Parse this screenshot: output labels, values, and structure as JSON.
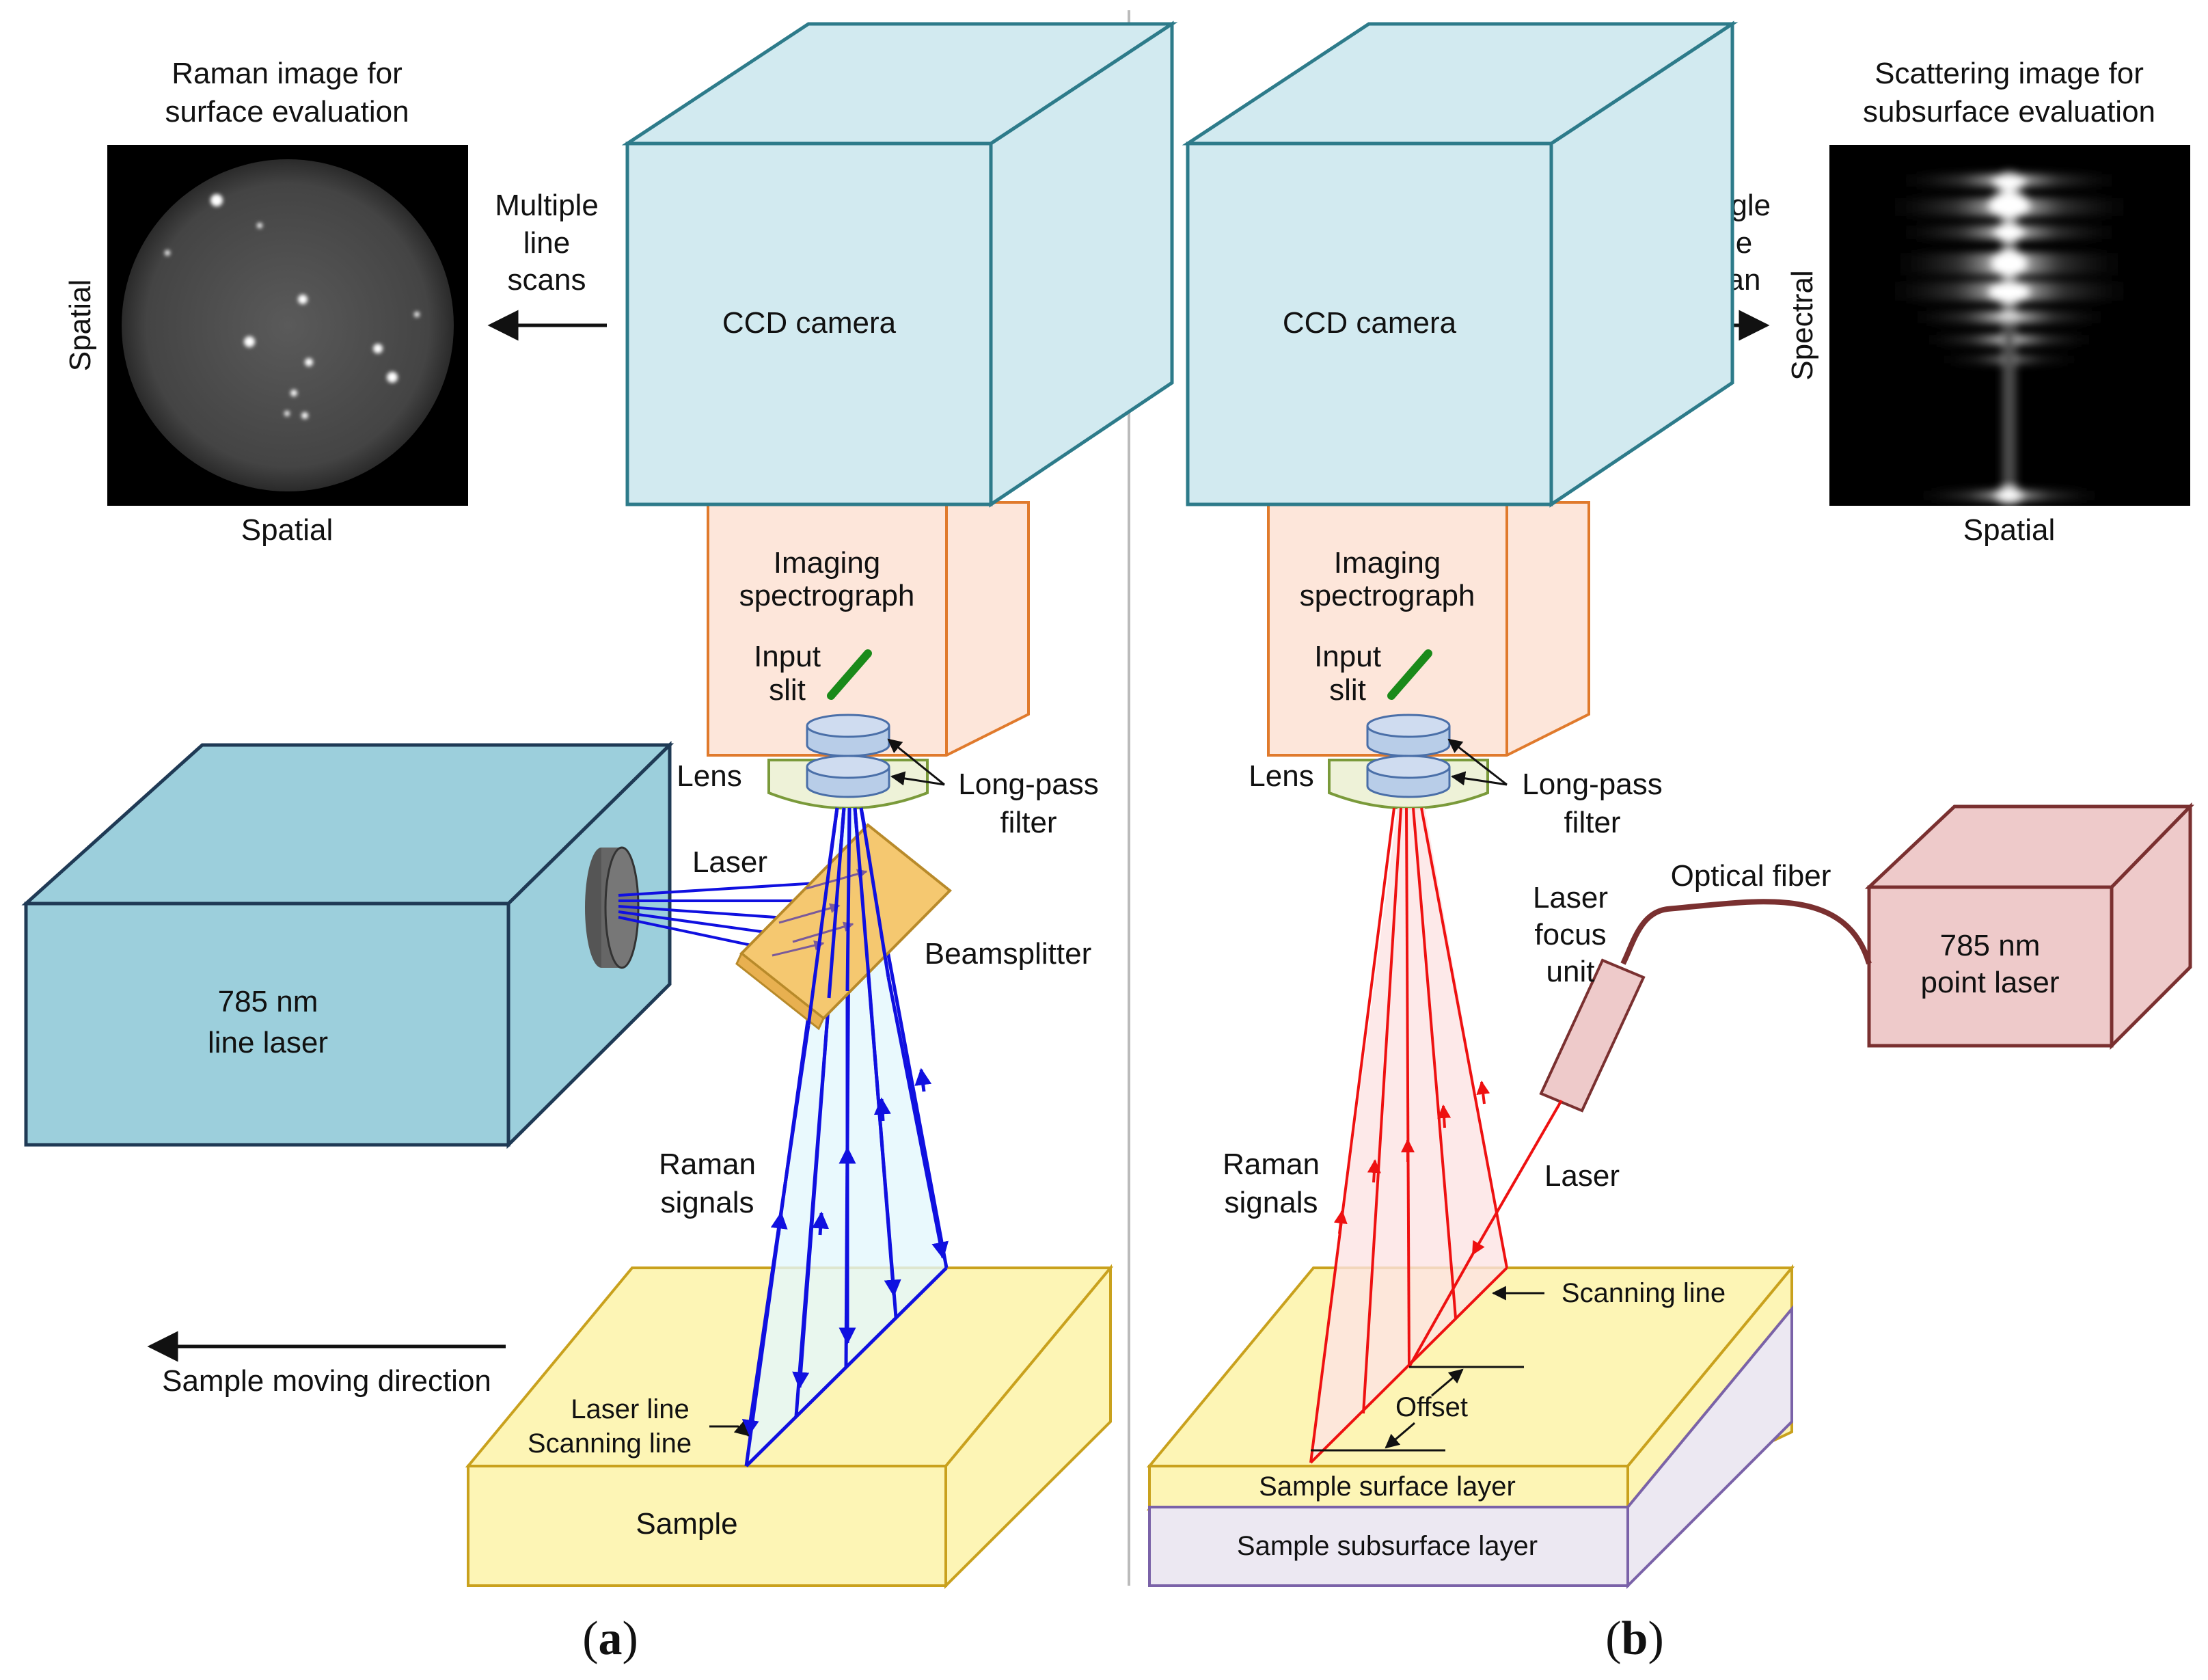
{
  "panel_a": {
    "caption_open": "(",
    "caption_letter": "a",
    "caption_close": ")",
    "image_title_line1": "Raman image for",
    "image_title_line2": "surface evaluation",
    "image_axis_vertical": "Spatial",
    "image_axis_horizontal": "Spatial",
    "scan_label_line1": "Multiple",
    "scan_label_line2": "line",
    "scan_label_line3": "scans",
    "camera_label": "CCD camera",
    "spectrograph_line1": "Imaging",
    "spectrograph_line2": "spectrograph",
    "input_slit_line1": "Input",
    "input_slit_line2": "slit",
    "lens_label": "Lens",
    "filter_line1": "Long-pass",
    "filter_line2": "filter",
    "laser_label": "Laser",
    "beamsplitter_label": "Beamsplitter",
    "laser_box_line1": "785 nm",
    "laser_box_line2": "line laser",
    "raman_line1": "Raman",
    "raman_line2": "signals",
    "moving_label": "Sample moving direction",
    "laser_line_label": "Laser line",
    "scanning_line_label": "Scanning line",
    "sample_label": "Sample"
  },
  "panel_b": {
    "caption_open": "(",
    "caption_letter": "b",
    "caption_close": ")",
    "image_title_line1": "Scattering image for",
    "image_title_line2": "subsurface evaluation",
    "image_axis_vertical": "Spectral",
    "image_axis_horizontal": "Spatial",
    "scan_label_line1": "Single",
    "scan_label_line2": "line",
    "scan_label_line3": "scan",
    "camera_label": "CCD camera",
    "spectrograph_line1": "Imaging",
    "spectrograph_line2": "spectrograph",
    "input_slit_line1": "Input",
    "input_slit_line2": "slit",
    "lens_label": "Lens",
    "filter_line1": "Long-pass",
    "filter_line2": "filter",
    "optical_fiber_label": "Optical fiber",
    "focus_unit_line1": "Laser",
    "focus_unit_line2": "focus",
    "focus_unit_line3": "unit",
    "point_laser_line1": "785 nm",
    "point_laser_line2": "point laser",
    "laser_label": "Laser",
    "raman_line1": "Raman",
    "raman_line2": "signals",
    "scanning_line_label": "Scanning line",
    "offset_label": "Offset",
    "surface_layer_label": "Sample surface layer",
    "subsurface_layer_label": "Sample subsurface layer"
  },
  "colors": {
    "camera_front": "#d2eaf0",
    "camera_edge": "#2d7b8a",
    "spectrograph_fill": "#fde6da",
    "spectrograph_edge": "#e07a2c",
    "laser_box_fill": "#9ccfdc",
    "laser_box_edge": "#1f3a55",
    "sample_fill": "#fdf5b5",
    "sample_edge": "#c9a11d",
    "subsurface_fill": "#ece8f2",
    "subsurface_edge": "#7a62a8",
    "point_laser_fill": "#eecaca",
    "point_laser_edge": "#7a3030",
    "beam_blue": "#1010e0",
    "beam_red": "#ee1111",
    "slit_green": "#1a8a1a"
  }
}
